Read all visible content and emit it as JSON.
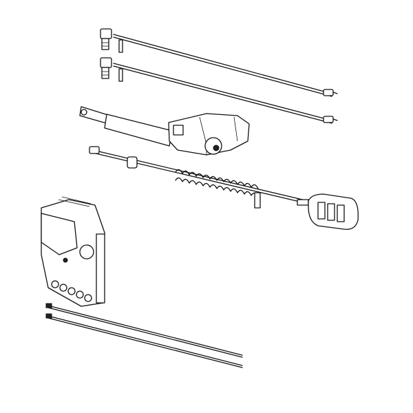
{
  "diagram": {
    "colors": {
      "line": "#111111",
      "background": "#ffffff"
    },
    "parts": [
      "cable",
      "cable",
      "linear-actuator",
      "hand-control",
      "control-box",
      "cable-tie",
      "cable-tie"
    ]
  }
}
